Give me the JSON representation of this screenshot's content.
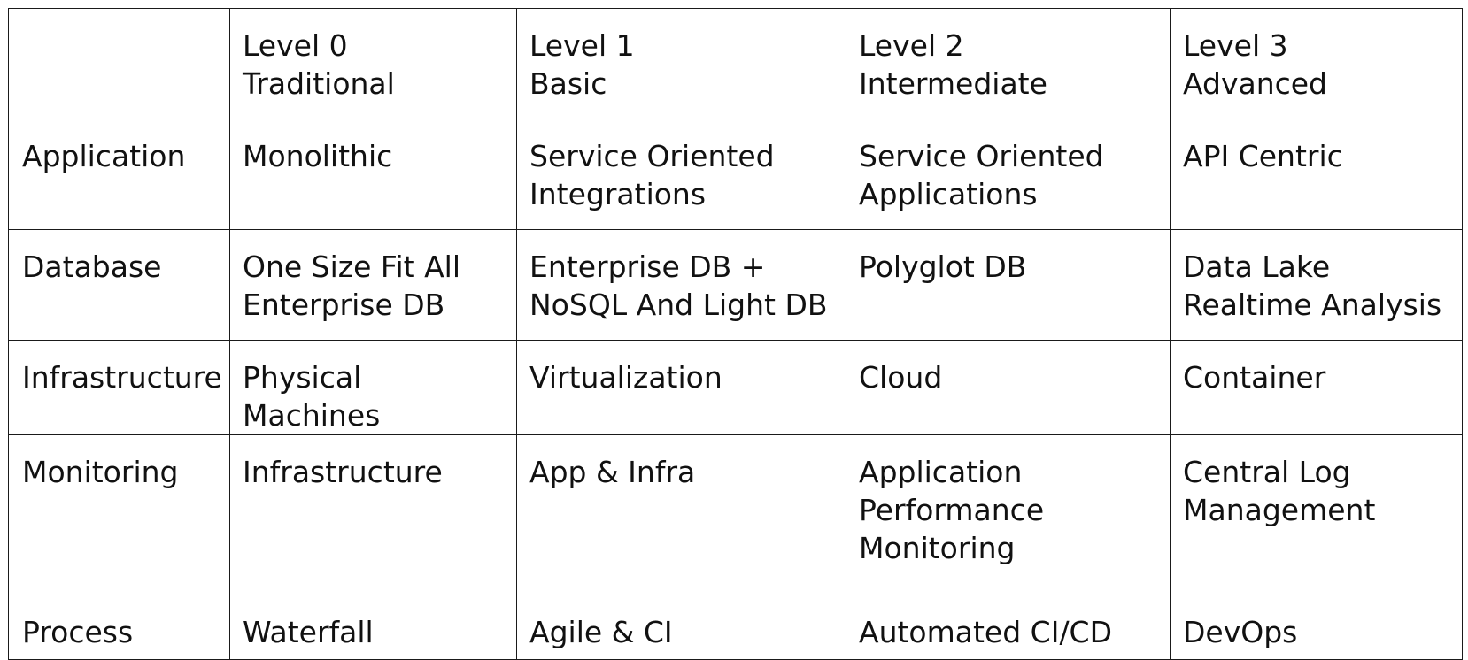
{
  "table": {
    "header": [
      "",
      "Level 0\nTraditional",
      "Level 1\nBasic",
      "Level 2\nIntermediate",
      "Level 3\nAdvanced"
    ],
    "rows": [
      [
        "Application",
        "Monolithic",
        "Service Oriented\nIntegrations",
        "Service Oriented\nApplications",
        "API Centric"
      ],
      [
        "Database",
        "One Size Fit All\nEnterprise DB",
        "Enterprise DB +\nNoSQL And Light DB",
        "Polyglot DB",
        "Data Lake\nRealtime Analysis"
      ],
      [
        "Infrastructure",
        "Physical Machines",
        "Virtualization",
        "Cloud",
        "Container"
      ],
      [
        "Monitoring",
        "Infrastructure",
        "App & Infra",
        "Application\nPerformance\nMonitoring",
        "Central Log\nManagement"
      ],
      [
        "Process",
        "Waterfall",
        "Agile & CI",
        "Automated CI/CD",
        "DevOps"
      ]
    ]
  }
}
